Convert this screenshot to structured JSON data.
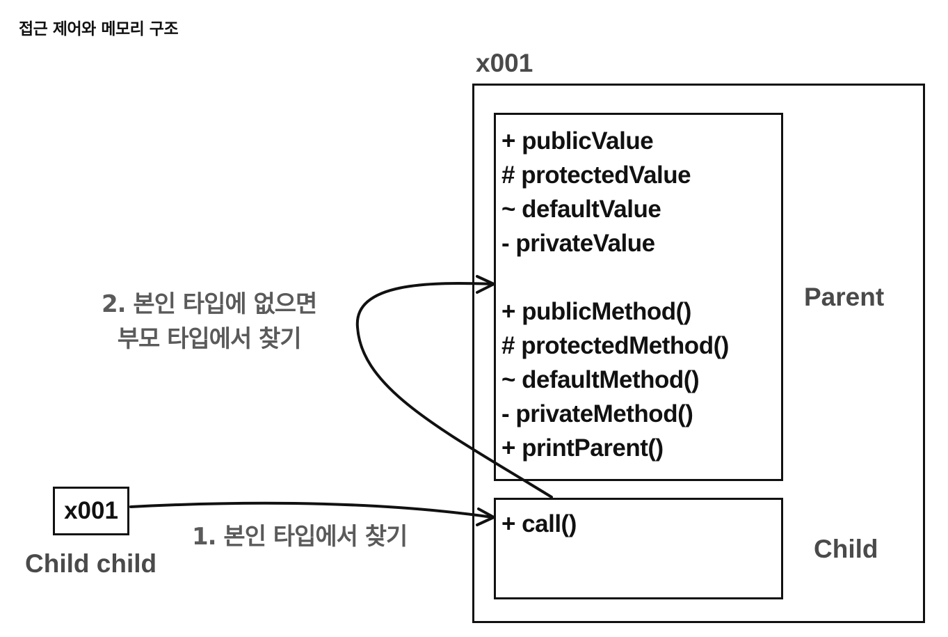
{
  "page_title": "접근 제어와 메모리 구조",
  "instance": {
    "address": "x001"
  },
  "parent_class": {
    "name": "Parent",
    "fields": [
      "+ publicValue",
      "# protectedValue",
      "~ defaultValue",
      "- privateValue"
    ],
    "methods": [
      "+ publicMethod()",
      "# protectedMethod()",
      "~ defaultMethod()",
      "- privateMethod()",
      "+ printParent()"
    ]
  },
  "child_class": {
    "name": "Child",
    "methods": [
      "+ call()"
    ]
  },
  "reference": {
    "value": "x001",
    "variable": "Child child"
  },
  "steps": {
    "step1": "1. 본인 타입에서 찾기",
    "step2_line1": "2. 본인 타입에 없으면",
    "step2_line2": "부모 타입에서 찾기"
  },
  "colors": {
    "line": "#111111",
    "label_gray": "#4a4a4a",
    "step_gray": "#5a5a5a"
  }
}
